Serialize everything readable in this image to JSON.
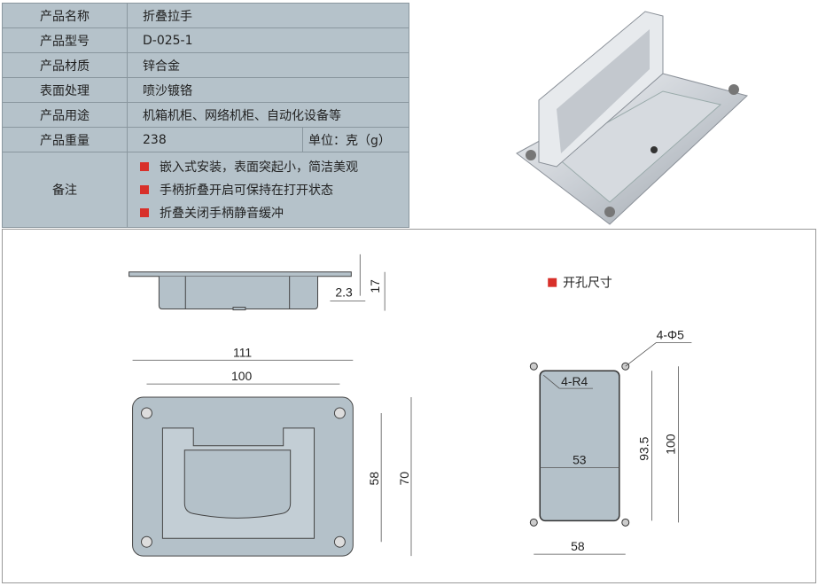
{
  "spec": {
    "rows": [
      {
        "label": "产品名称",
        "value": "折叠拉手"
      },
      {
        "label": "产品型号",
        "value": "D-025-1"
      },
      {
        "label": "产品材质",
        "value": "锌合金"
      },
      {
        "label": "表面处理",
        "value": "喷沙镀铬"
      },
      {
        "label": "产品用途",
        "value": "机箱机柜、网络机柜、自动化设备等"
      },
      {
        "label": "产品重量",
        "value": "238",
        "unit": "单位：克（g）"
      }
    ],
    "notes_label": "备注",
    "notes": [
      "嵌入式安装，表面突起小，简洁美观",
      "手柄折叠开启可保持在打开状态",
      "折叠关闭手柄静音缓冲"
    ]
  },
  "drawing": {
    "side": {
      "d1": "2.3",
      "d2": "17"
    },
    "top": {
      "w_outer": "111",
      "w_inner": "100",
      "h_inner": "58",
      "h_outer": "70"
    },
    "cutout": {
      "title": "开孔尺寸",
      "holes": "4-Φ5",
      "radius": "4-R4",
      "w_cut": "53",
      "h_cut": "93.5",
      "h_holes": "100",
      "w_holes": "58"
    }
  },
  "colors": {
    "bullet": "#d8302a",
    "table_bg": "#b5c2ca",
    "part_fill": "#b4c1c9"
  }
}
